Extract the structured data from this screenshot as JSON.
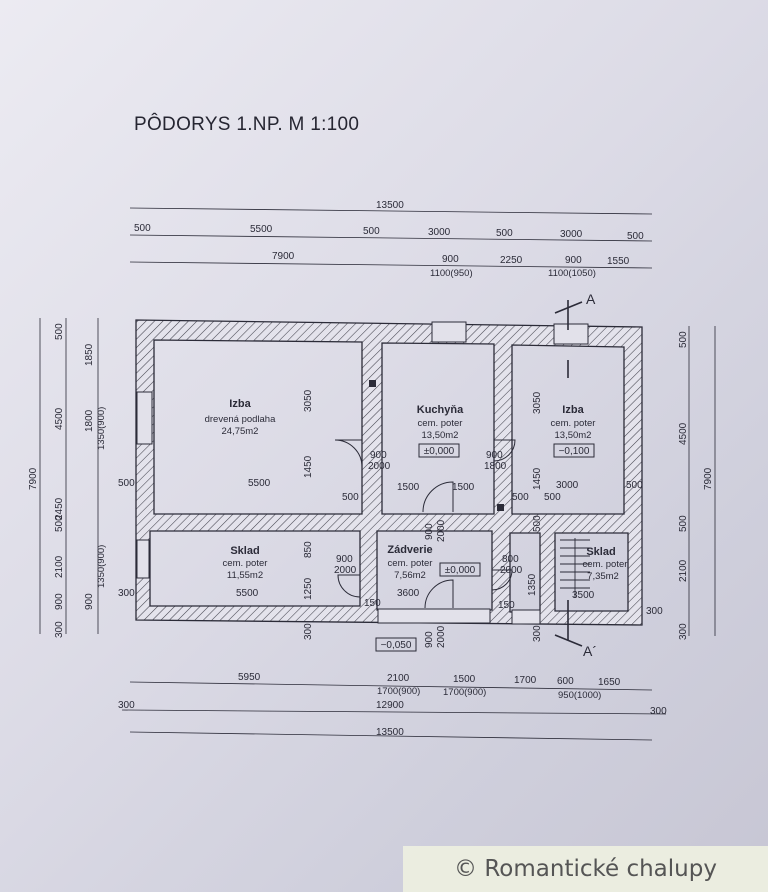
{
  "title": "PÔDORYS 1.NP.  M 1:100",
  "watermark": "© Romantické chalupy",
  "colors": {
    "ink": "#2b2b38",
    "paper": "#e2e1ea"
  },
  "rooms": [
    {
      "name": "Izba",
      "floor": "drevená podlaha",
      "area": "24,75m2"
    },
    {
      "name": "Kuchyňa",
      "floor": "cem. poter",
      "area": "13,50m2",
      "level": "±0,000"
    },
    {
      "name": "Izba",
      "floor": "cem. poter",
      "area": "13,50m2",
      "level": "−0,100"
    },
    {
      "name": "Sklad",
      "floor": "cem. poter",
      "area": "11,55m2"
    },
    {
      "name": "Zádverie",
      "floor": "cem. poter",
      "area": "7,56m2",
      "level": "±0,000"
    },
    {
      "name": "Sklad",
      "floor": "cem. poter",
      "area": "7,35m2"
    }
  ],
  "entrance_level": "−0,050",
  "section_label": "A",
  "section_label_bottom": "A´",
  "dims": {
    "top_total": "13500",
    "top_row2": [
      "500",
      "5500",
      "500",
      "3000",
      "500",
      "3000",
      "500"
    ],
    "top_row3": [
      "7900",
      "900",
      "2250",
      "900",
      "1550"
    ],
    "top_row3_sub": [
      "1100(950)",
      "1100(1050)"
    ],
    "left_outer": "7900",
    "left_mid": [
      "4500",
      "2450",
      "900"
    ],
    "left_inner": [
      "500",
      "1850",
      "1800",
      "500",
      "2100",
      "900",
      "300"
    ],
    "left_vert_sub": [
      "1350(900)",
      "1350(900)"
    ],
    "right_outer": "7900",
    "right_inner": [
      "500",
      "4500",
      "500",
      "2100",
      "300"
    ],
    "bottom_row1": [
      "5950",
      "2100",
      "1500",
      "1700",
      "600",
      "1650"
    ],
    "bottom_row1_sub": [
      "1700(900)",
      "1700(900)",
      "950(1000)"
    ],
    "bottom_row2": [
      "300",
      "12900",
      "300"
    ],
    "bottom_total": "13500",
    "inner": [
      "3050",
      "1450",
      "5500",
      "500",
      "500",
      "900",
      "2000",
      "1500",
      "1500",
      "900",
      "2000",
      "3050",
      "1450",
      "900",
      "1800",
      "500",
      "3000",
      "500",
      "500",
      "850",
      "1250",
      "900",
      "2000",
      "900",
      "2000",
      "800",
      "2000",
      "1350",
      "5500",
      "300",
      "3600",
      "150",
      "150",
      "3500",
      "300",
      "300",
      "300",
      "500"
    ]
  }
}
